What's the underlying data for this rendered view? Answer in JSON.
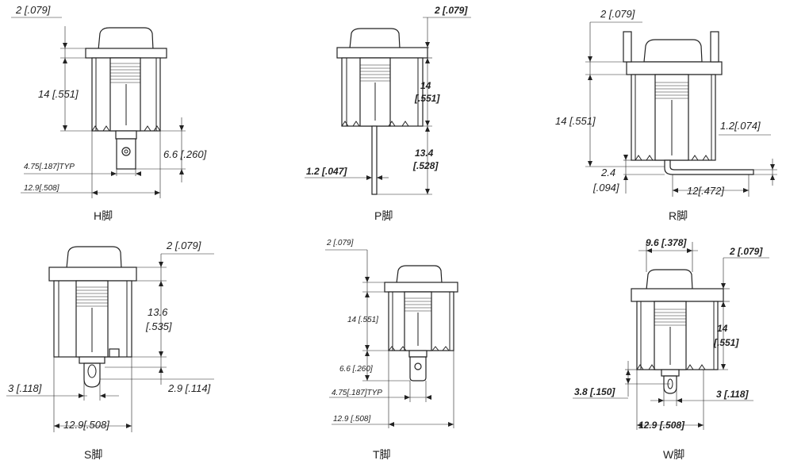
{
  "views": [
    {
      "id": "H",
      "caption": "H脚",
      "dims": {
        "top_offset": "2 [.079]",
        "body_height": "14 [.551]",
        "terminal_len": "6.6 [.260]",
        "terminal_width": "4.75[.187]TYP",
        "overall_width": "12.9[.508]"
      }
    },
    {
      "id": "P",
      "caption": "P脚",
      "dims": {
        "top_offset": "2 [.079]",
        "body_height_a": "14",
        "body_height_b": "[.551]",
        "pin_len_a": "13.4",
        "pin_len_b": "[.528]",
        "pin_dia": "1.2 [.047]"
      }
    },
    {
      "id": "R",
      "caption": "R脚",
      "dims": {
        "top_offset": "2 [.079]",
        "body_height": "14 [.551]",
        "pin_thick": "1.2[.074]",
        "bend_a": "2.4",
        "bend_b": "[.094]",
        "pin_reach": "12[.472]"
      }
    },
    {
      "id": "S",
      "caption": "S脚",
      "dims": {
        "top_offset": "2 [.079]",
        "body_height_a": "13.6",
        "body_height_b": "[.535]",
        "hole_offset": "3 [.118]",
        "tab_len": "2.9 [.114]",
        "overall_width": "12.9[.508]"
      }
    },
    {
      "id": "T",
      "caption": "T脚",
      "dims": {
        "top_offset": "2 [.079]",
        "body_height": "14 [.551]",
        "terminal_len": "6.6 [.260]",
        "terminal_width": "4.75[.187]TYP",
        "overall_width": "12.9 [.508]"
      }
    },
    {
      "id": "W",
      "caption": "W脚",
      "dims": {
        "cap_width": "9.6 [.378]",
        "top_offset": "2 [.079]",
        "body_height_a": "14",
        "body_height_b": "[.551]",
        "hole_offset": "3.8 [.150]",
        "tab_len": "3 [.118]",
        "overall_width": "12.9 [.508]"
      }
    }
  ]
}
